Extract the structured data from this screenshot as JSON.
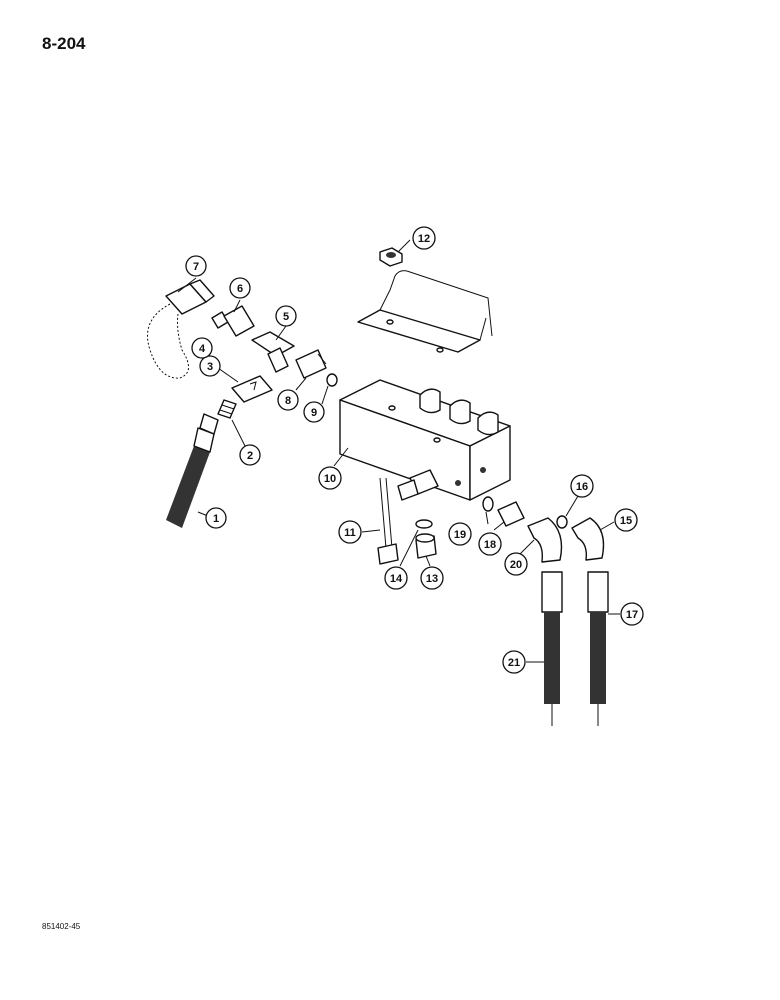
{
  "page": {
    "number": "8-204",
    "figure_code": "851402-45"
  },
  "callouts": [
    {
      "id": "c1",
      "label": "1"
    },
    {
      "id": "c2",
      "label": "2"
    },
    {
      "id": "c3",
      "label": "3"
    },
    {
      "id": "c4",
      "label": "4"
    },
    {
      "id": "c5",
      "label": "5"
    },
    {
      "id": "c6",
      "label": "6"
    },
    {
      "id": "c7",
      "label": "7"
    },
    {
      "id": "c8",
      "label": "8"
    },
    {
      "id": "c9",
      "label": "9"
    },
    {
      "id": "c10",
      "label": "10"
    },
    {
      "id": "c11",
      "label": "11"
    },
    {
      "id": "c12",
      "label": "12"
    },
    {
      "id": "c13",
      "label": "13"
    },
    {
      "id": "c14",
      "label": "14"
    },
    {
      "id": "c15",
      "label": "15"
    },
    {
      "id": "c16",
      "label": "16"
    },
    {
      "id": "c17",
      "label": "17"
    },
    {
      "id": "c18",
      "label": "18"
    },
    {
      "id": "c19",
      "label": "19"
    },
    {
      "id": "c20",
      "label": "20"
    },
    {
      "id": "c21",
      "label": "21"
    }
  ]
}
